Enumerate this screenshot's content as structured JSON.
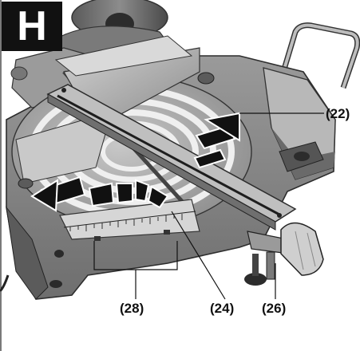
{
  "panel_letter": "H",
  "callouts": {
    "c22": "(22)",
    "c24": "(24)",
    "c26": "(26)",
    "c28": "(28)"
  },
  "colors": {
    "background": "#ffffff",
    "metal_dark": "#6b6b6b",
    "metal_mid": "#8e8e8e",
    "metal_light": "#c4c4c4",
    "turntable": "#a9a9a9",
    "arrow_fill": "#111111",
    "arrow_outline": "#ffffff",
    "panel_letter_bg": "#111111",
    "panel_letter_fg": "#ffffff"
  },
  "icons": [
    "rotation-arrow-icon",
    "push-arrow-icon"
  ]
}
